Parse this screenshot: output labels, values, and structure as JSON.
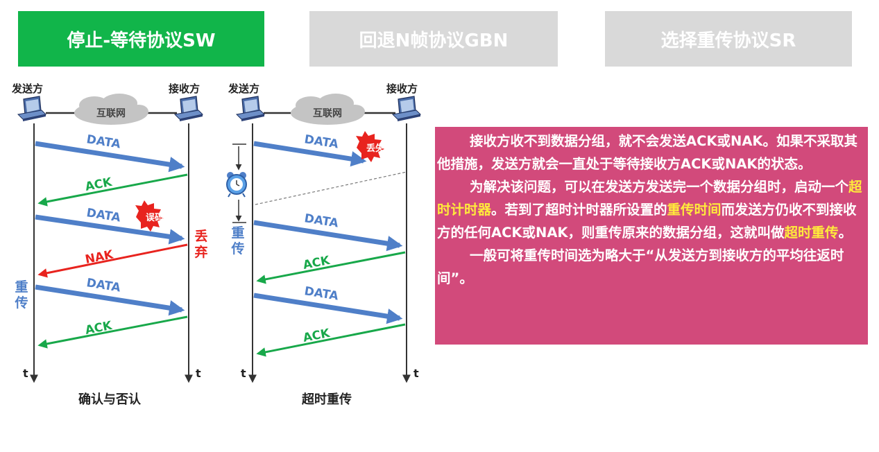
{
  "tabs": {
    "sw": "停止-等待协议SW",
    "gbn": "回退N帧协议GBN",
    "sr": "选择重传协议SR"
  },
  "colors": {
    "tab_active": "#11b54a",
    "tab_inactive": "#d9d9d9",
    "data_arrow": "#4f7fc8",
    "ack_arrow": "#18a84a",
    "nak_arrow": "#e8231e",
    "panel_bg": "#d24a7b",
    "highlight": "#ffeb3b"
  },
  "diagram1": {
    "sender": "发送方",
    "receiver": "接收方",
    "network": "互联网",
    "data1": "DATA",
    "ack1": "ACK",
    "data2": "DATA",
    "error_badge": "误码",
    "discard_1": "丢",
    "discard_2": "弃",
    "nak": "NAK",
    "retx_1": "重",
    "retx_2": "传",
    "data3": "DATA",
    "ack2": "ACK",
    "t_left": "t",
    "t_right": "t",
    "caption": "确认与否认"
  },
  "diagram2": {
    "sender": "发送方",
    "receiver": "接收方",
    "network": "互联网",
    "data1": "DATA",
    "lost_badge": "丢失",
    "retx_1": "重",
    "retx_2": "传",
    "data2": "DATA",
    "ack1": "ACK",
    "data3": "DATA",
    "ack2": "ACK",
    "t_left": "t",
    "t_right": "t",
    "caption": "超时重传"
  },
  "panel": {
    "p1": "接收方收不到数据分组，就不会发送ACK或NAK。如果不采取其他措施，发送方就会一直处于等待接收方ACK或NAK的状态。",
    "p2_a": "为解决该问题，可以在发送方发送完一个数据分组时，启动一个",
    "p2_hl1": "超时计时器",
    "p2_b": "。若到了超时计时器所设置的",
    "p2_hl2": "重传时间",
    "p2_c": "而发送方仍收不到接收方的任何ACK或NAK，则重传原来的数据分组，这就叫做",
    "p2_hl3": "超时重传",
    "p2_d": "。",
    "p3": "一般可将重传时间选为略大于“从发送方到接收方的平均往返时间”。"
  }
}
